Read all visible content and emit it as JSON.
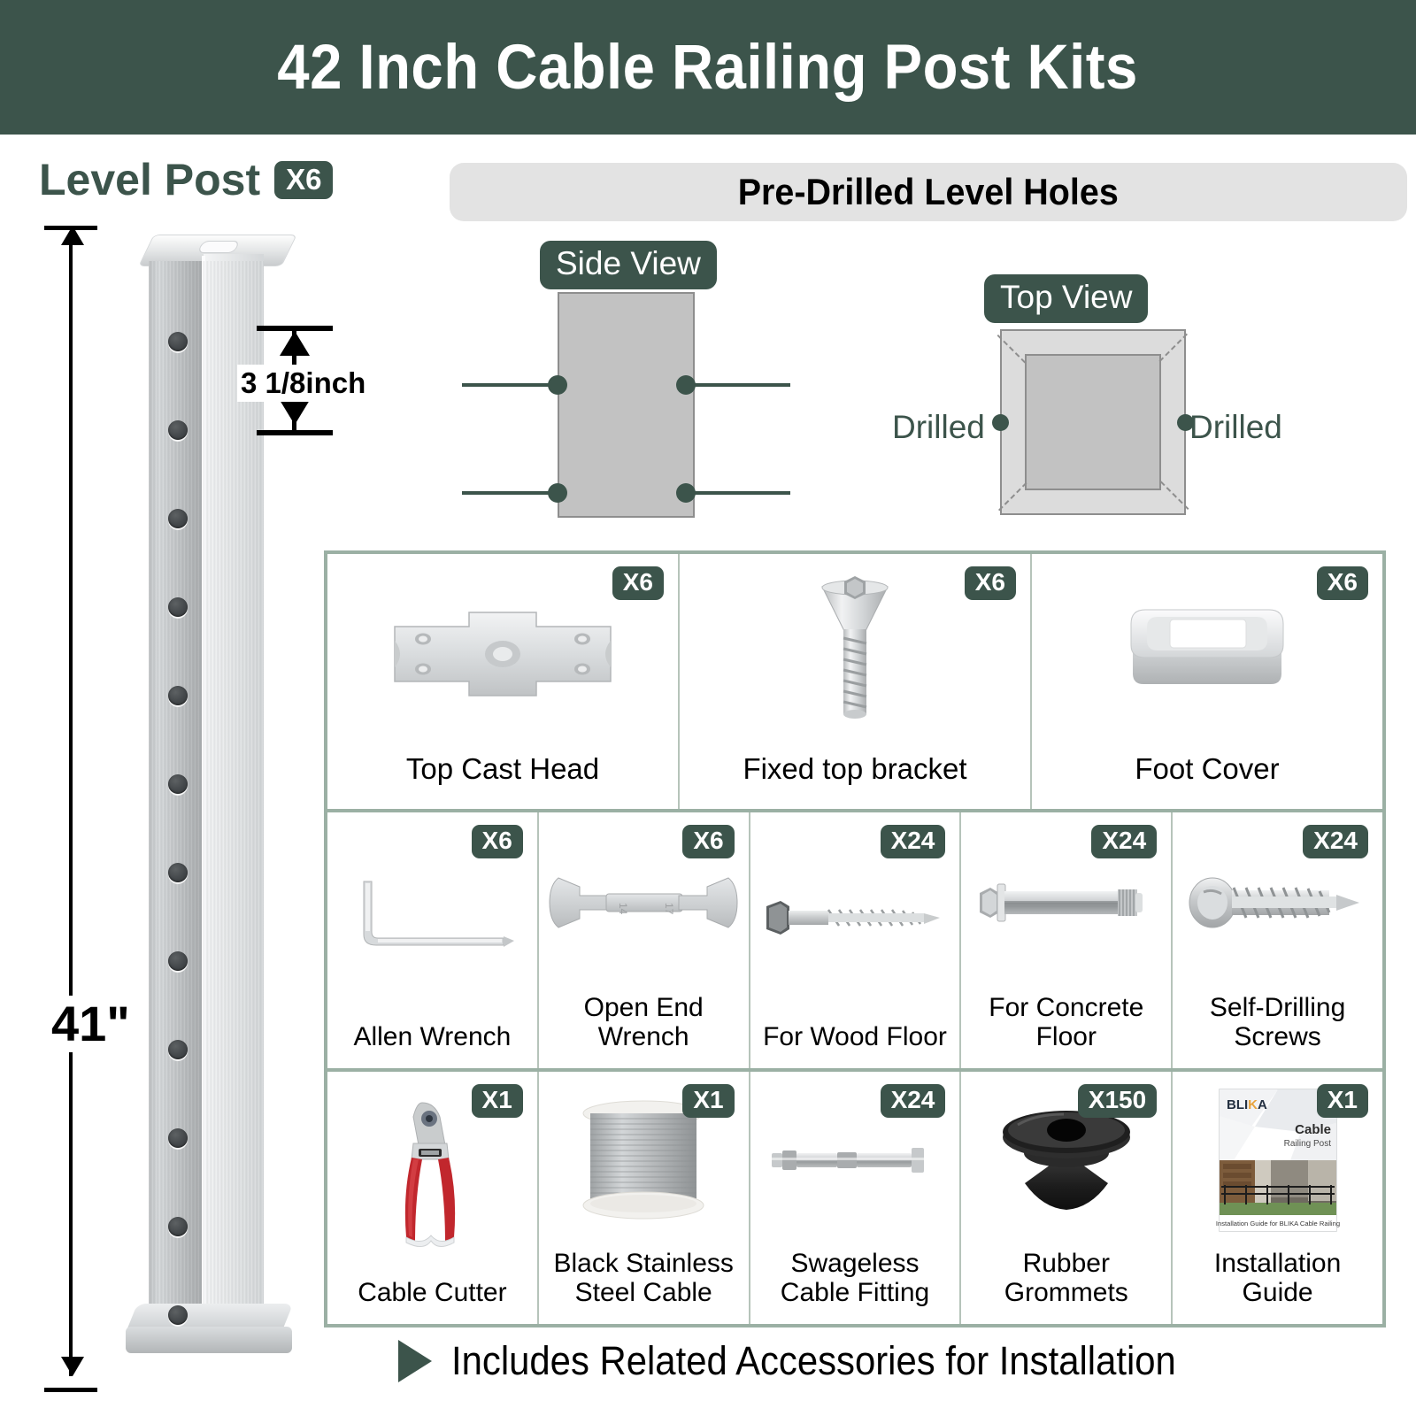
{
  "header": {
    "title": "42 Inch Cable Railing Post Kits"
  },
  "colors": {
    "brand_green": "#3c544b",
    "grid_border": "#9bb0a4",
    "bar_gray": "#e3e3e3",
    "diagram_gray": "#c2c2c2"
  },
  "left_panel": {
    "label": "Level Post",
    "quantity_badge": "X6",
    "height_label": "41\"",
    "hole_spacing_label": "3 1/8inch"
  },
  "predrilled": {
    "title": "Pre-Drilled Level Holes",
    "side_view_badge": "Side View",
    "top_view_badge": "Top View",
    "drilled_left_label": "Drilled",
    "drilled_right_label": "Drilled"
  },
  "accessories": {
    "rows": [
      [
        {
          "label": "Top Cast Head",
          "qty": "X6",
          "icon": "top-cast-head-icon"
        },
        {
          "label": "Fixed top bracket",
          "qty": "X6",
          "icon": "flat-head-bolt-icon"
        },
        {
          "label": "Foot Cover",
          "qty": "X6",
          "icon": "foot-cover-icon"
        }
      ],
      [
        {
          "label": "Allen Wrench",
          "qty": "X6",
          "icon": "allen-wrench-icon"
        },
        {
          "label": "Open End Wrench",
          "qty": "X6",
          "icon": "open-end-wrench-icon"
        },
        {
          "label": "For Wood Floor",
          "qty": "X24",
          "icon": "lag-screw-icon"
        },
        {
          "label": "For Concrete Floor",
          "qty": "X24",
          "icon": "concrete-anchor-icon"
        },
        {
          "label": "Self-Drilling Screws",
          "qty": "X24",
          "icon": "self-drilling-screw-icon"
        }
      ],
      [
        {
          "label": "Cable Cutter",
          "qty": "X1",
          "icon": "cable-cutter-icon"
        },
        {
          "label": "Black Stainless\nSteel Cable",
          "qty": "X1",
          "icon": "cable-spool-icon"
        },
        {
          "label": "Swageless\nCable Fitting",
          "qty": "X24",
          "icon": "swageless-fitting-icon"
        },
        {
          "label": "Rubber Grommets",
          "qty": "X150",
          "icon": "rubber-grommet-icon"
        },
        {
          "label": "Installation Guide",
          "qty": "X1",
          "icon": "booklet-icon"
        }
      ]
    ]
  },
  "booklet": {
    "brand": "BLIKA",
    "title": "Cable",
    "subtitle": "Railing Post",
    "caption": "Installation Guide for BLIKA Cable Railing"
  },
  "footer": {
    "text": "Includes Related Accessories for Installation"
  }
}
